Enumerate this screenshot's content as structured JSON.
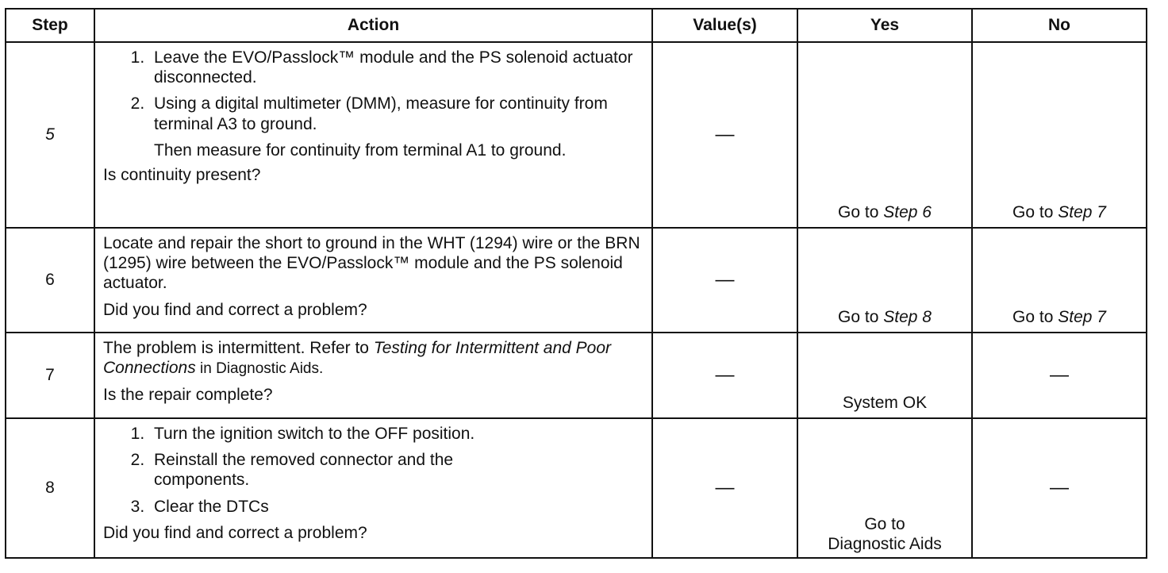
{
  "headers": {
    "step": "Step",
    "action": "Action",
    "values": "Value(s)",
    "yes": "Yes",
    "no": "No"
  },
  "rows": [
    {
      "step": "5",
      "items": [
        "Leave the EVO/Passlock™ module and the PS solenoid actuator disconnected.",
        "Using a digital multimeter (DMM), measure for continuity from terminal A3 to ground."
      ],
      "note": "Then measure for continuity from terminal A1 to ground.",
      "question": "Is continuity present?",
      "value": "—",
      "yes_prefix": "Go to ",
      "yes_ref": "Step 6",
      "no_prefix": "Go to ",
      "no_ref": "Step 7"
    },
    {
      "step": "6",
      "text": "Locate and repair the short to ground in the WHT (1294) wire or the BRN (1295) wire between the EVO/Passlock™ module and the PS solenoid actuator.",
      "question": "Did you find and correct a problem?",
      "value": "—",
      "yes_prefix": "Go to ",
      "yes_ref": "Step 8",
      "no_prefix": "Go to ",
      "no_ref": "Step 7"
    },
    {
      "step": "7",
      "text_start": "The problem is intermittent. Refer to ",
      "text_italic": "Testing for Intermittent and Poor Connections",
      "text_end": " in Diagnostic Aids.",
      "question": "Is the repair complete?",
      "value": "—",
      "yes": "System OK",
      "no": "—"
    },
    {
      "step": "8",
      "items": [
        "Turn the ignition switch to the OFF position.",
        "Reinstall the removed connector and the components.",
        "Clear the DTCs"
      ],
      "question": "Did you find and correct a problem?",
      "value": "—",
      "yes_line1": "Go to",
      "yes_line2": "Diagnostic Aids",
      "no": "—"
    }
  ]
}
